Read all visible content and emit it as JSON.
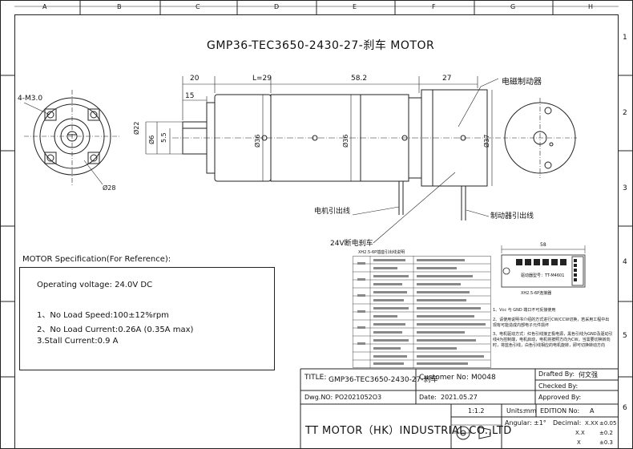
{
  "page_title": "GMP36-TEC3650-2430-27-刹车  MOTOR",
  "border": {
    "columns": [
      "A",
      "B",
      "C",
      "D",
      "E",
      "F",
      "G",
      "H"
    ],
    "rows": [
      "1",
      "2",
      "3",
      "4",
      "5",
      "6"
    ]
  },
  "drawing": {
    "hole_label": "4-M3.0",
    "dims_top": [
      "20",
      "L=29",
      "58.2",
      "27"
    ],
    "dim_15": "15",
    "diameters": [
      "Ø22",
      "Ø6",
      "5.5",
      "Ø36",
      "Ø36",
      "Ø37",
      "Ø28"
    ],
    "callouts": {
      "brake": "电磁制动器",
      "motor_lead": "电机引出线",
      "brake_lead": "制动器引出线",
      "power_off_brake": "24V断电刹车"
    }
  },
  "spec": {
    "header": "MOTOR Specification(For Reference):",
    "voltage": "Operating voltage: 24.0V DC",
    "items": [
      "1、No Load Speed:100±12%rpm",
      "2、No Load Current:0.26A (0.35A max)",
      "3.Stall Current:0.9 A"
    ]
  },
  "pcb": {
    "width_label": "58",
    "board_caption": "驱动器型号：TT-M4601",
    "connector_caption": "XH2.5-6P连接器",
    "notes": [
      "1、Vcc 与 GND 端口不可反接使用",
      "2、请使用说明书介绍的方式进行CW/CCW切换，若采用工程中出现有可能造成内部电子元件损坏",
      "3、电机驱动方式：红色引线接正极电源，黑色引线为GND及驱动引线4为控制端，电机启动，电机将按照方向为CW，当需要切换转向时，将蓝色引线，白色引线相应的电机旋转，即可切换转动方向"
    ]
  },
  "table_caption": "XH2.5-6P插座引出线说明",
  "title_block": {
    "title_label": "TITLE:",
    "title_value": "GMP36-TEC3650-2430-27-刹车",
    "customer_label": "Customer No:",
    "customer_value": "M0048",
    "drafted_label": "Drafted By:",
    "drafted_value": "何文强",
    "checked_label": "Checked By:",
    "dwg_label": "Dwg.NO:",
    "dwg_value": "PO2021052O3",
    "date_label": "Date:",
    "date_value": "2021.05.27",
    "approved_label": "Approved By:",
    "scale": "1:1.2",
    "units_label": "Units:",
    "units_value": "mm",
    "edition_label": "EDITION No:",
    "edition_value": "A",
    "company": "TT MOTOR（HK）INDUSTRIAL CO.,LTD",
    "angular_label": "Angular:",
    "angular_value": "±1°",
    "decimal_label": "Decimal:",
    "tolerances": [
      {
        "format": "X.XX",
        "value": "±0.05"
      },
      {
        "format": "X.X",
        "value": "±0.2"
      },
      {
        "format": "X",
        "value": "±0.3"
      }
    ]
  }
}
